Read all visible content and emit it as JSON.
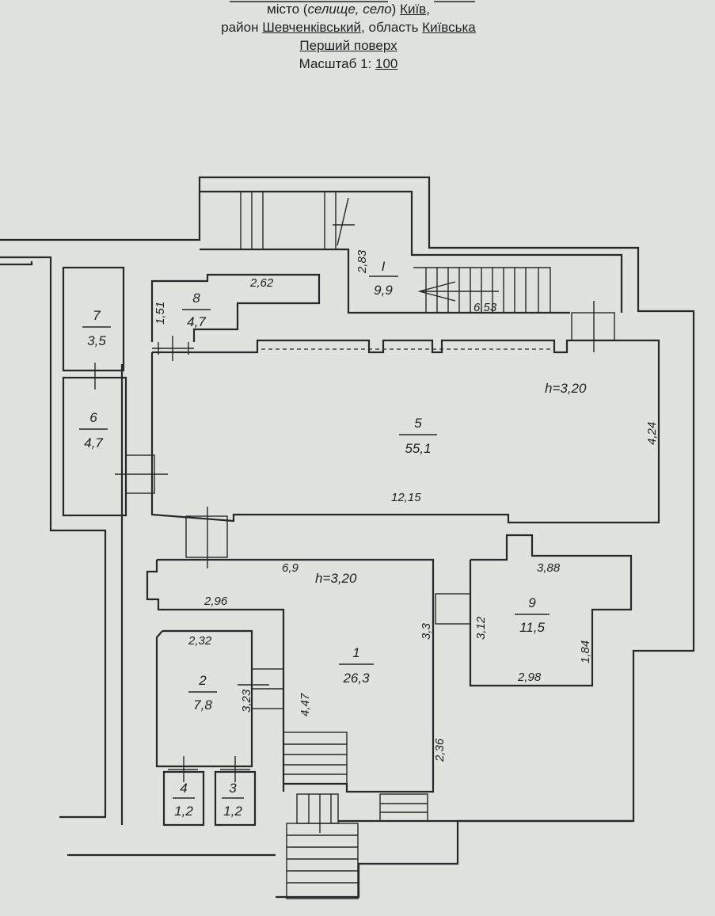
{
  "header": {
    "line1_prefix": "місто (",
    "line1_italic": "селище, село",
    "line1_mid": ") ",
    "city": "Київ",
    "line1_suffix": ",",
    "line2_prefix": "район ",
    "district": "Шевченківський",
    "line2_mid": ", область ",
    "region": "Київська",
    "floor": "Перший поверх",
    "scale_prefix": "Масштаб 1: ",
    "scale_value": "100"
  },
  "rooms": [
    {
      "id": "room-I-top",
      "number": "I",
      "area": "9,9"
    },
    {
      "id": "room-5",
      "number": "5",
      "area": "55,1"
    },
    {
      "id": "room-7",
      "number": "7",
      "area": "3,5"
    },
    {
      "id": "room-6",
      "number": "6",
      "area": "4,7"
    },
    {
      "id": "room-8",
      "number": "8",
      "area": "4,7"
    },
    {
      "id": "room-1",
      "number": "1",
      "area": "26,3"
    },
    {
      "id": "room-2",
      "number": "2",
      "area": "7,8"
    },
    {
      "id": "room-4",
      "number": "4",
      "area": "1,2"
    },
    {
      "id": "room-3",
      "number": "3",
      "area": "1,2"
    },
    {
      "id": "room-9",
      "number": "9",
      "area": "11,5"
    }
  ],
  "heights": [
    "h=3,20",
    "h=3,20"
  ],
  "dimensions": [
    "2,83",
    "6,53",
    "2,62",
    "1,51",
    "4,24",
    "12,15",
    "6,9",
    "2,96",
    "2,32",
    "3,23",
    "4,47",
    "3,3",
    "2,36",
    "3,88",
    "3,12",
    "1,84",
    "2,98"
  ]
}
